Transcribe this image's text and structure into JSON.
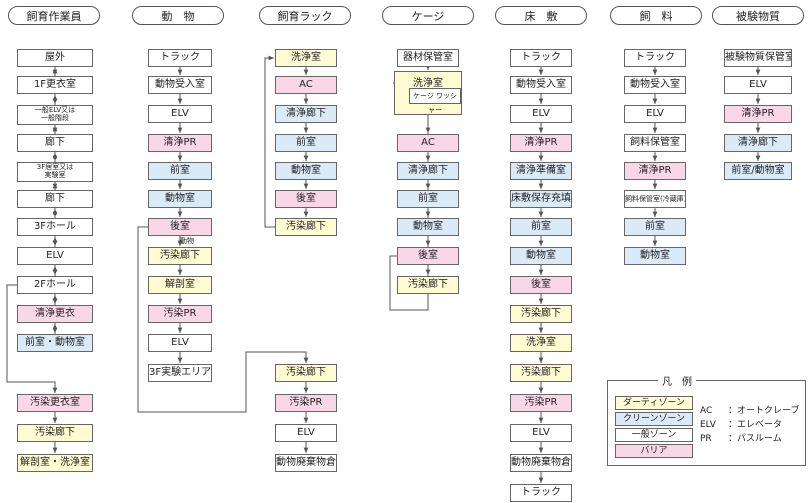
{
  "columns": [
    {
      "id": "staff",
      "header": "飼育作業員",
      "nodes": [
        {
          "label": "屋外",
          "zone": "general"
        },
        {
          "label": "1F更衣室",
          "zone": "general"
        },
        {
          "label": "一般ELV又は\n一般階段",
          "zone": "general"
        },
        {
          "label": "廊下",
          "zone": "general"
        },
        {
          "label": "3F居室又は\n実験室",
          "zone": "general"
        },
        {
          "label": "廊下",
          "zone": "general"
        },
        {
          "label": "3Fホール",
          "zone": "general"
        },
        {
          "label": "ELV",
          "zone": "general"
        },
        {
          "label": "2Fホール",
          "zone": "general"
        },
        {
          "label": "清浄更衣",
          "zone": "barrier"
        },
        {
          "label": "前室・動物室",
          "zone": "clean"
        },
        {
          "label": "汚染更衣室",
          "zone": "barrier"
        },
        {
          "label": "汚染廊下",
          "zone": "dirty"
        },
        {
          "label": "解剖室・洗浄室",
          "zone": "dirty"
        }
      ]
    },
    {
      "id": "animal",
      "header": "動　物",
      "nodes": [
        {
          "label": "トラック",
          "zone": "general"
        },
        {
          "label": "動物受入室",
          "zone": "general"
        },
        {
          "label": "ELV",
          "zone": "general"
        },
        {
          "label": "清浄PR",
          "zone": "barrier"
        },
        {
          "label": "前室",
          "zone": "clean"
        },
        {
          "label": "動物室",
          "zone": "clean"
        },
        {
          "label": "後室",
          "zone": "barrier"
        },
        {
          "label": "汚染廊下",
          "zone": "dirty"
        },
        {
          "label": "解剖室",
          "zone": "dirty"
        },
        {
          "label": "汚染PR",
          "zone": "barrier"
        },
        {
          "label": "ELV",
          "zone": "general"
        },
        {
          "label": "3F実験エリア",
          "zone": "general"
        }
      ]
    },
    {
      "id": "rack",
      "header": "飼育ラック",
      "nodes": [
        {
          "label": "洗浄室",
          "zone": "dirty"
        },
        {
          "label": "AC",
          "zone": "barrier"
        },
        {
          "label": "清浄廊下",
          "zone": "clean"
        },
        {
          "label": "前室",
          "zone": "clean"
        },
        {
          "label": "動物室",
          "zone": "clean"
        },
        {
          "label": "後室",
          "zone": "barrier"
        },
        {
          "label": "汚染廊下",
          "zone": "dirty"
        },
        {
          "label": "汚染廊下",
          "zone": "dirty"
        },
        {
          "label": "汚染PR",
          "zone": "barrier"
        },
        {
          "label": "ELV",
          "zone": "general"
        },
        {
          "label": "動物廃棄物倉庫",
          "zone": "general"
        }
      ]
    },
    {
      "id": "cage",
      "header": "ケージ",
      "nodes": [
        {
          "label": "器材保管室",
          "zone": "general"
        },
        {
          "label": "AC",
          "zone": "barrier"
        },
        {
          "label": "清浄廊下",
          "zone": "clean"
        },
        {
          "label": "前室",
          "zone": "clean"
        },
        {
          "label": "動物室",
          "zone": "clean"
        },
        {
          "label": "後室",
          "zone": "barrier"
        },
        {
          "label": "汚染廊下",
          "zone": "dirty"
        }
      ]
    },
    {
      "id": "bedding",
      "header": "床　敷",
      "nodes": [
        {
          "label": "トラック",
          "zone": "general"
        },
        {
          "label": "動物受入室",
          "zone": "general"
        },
        {
          "label": "ELV",
          "zone": "general"
        },
        {
          "label": "清浄PR",
          "zone": "barrier"
        },
        {
          "label": "清浄準備室",
          "zone": "clean"
        },
        {
          "label": "床敷保存充填室",
          "zone": "clean"
        },
        {
          "label": "前室",
          "zone": "clean"
        },
        {
          "label": "動物室",
          "zone": "clean"
        },
        {
          "label": "後室",
          "zone": "barrier"
        },
        {
          "label": "汚染廊下",
          "zone": "dirty"
        },
        {
          "label": "洗浄室",
          "zone": "dirty"
        },
        {
          "label": "汚染廊下",
          "zone": "dirty"
        },
        {
          "label": "汚染PR",
          "zone": "barrier"
        },
        {
          "label": "ELV",
          "zone": "general"
        },
        {
          "label": "動物廃棄物倉庫",
          "zone": "general"
        },
        {
          "label": "トラック",
          "zone": "general"
        }
      ]
    },
    {
      "id": "feed",
      "header": "飼　料",
      "nodes": [
        {
          "label": "トラック",
          "zone": "general"
        },
        {
          "label": "動物受入室",
          "zone": "general"
        },
        {
          "label": "ELV",
          "zone": "general"
        },
        {
          "label": "飼料保管室",
          "zone": "general"
        },
        {
          "label": "清浄PR",
          "zone": "barrier"
        },
        {
          "label": "飼料保管室(冷蔵庫)",
          "zone": "general"
        },
        {
          "label": "前室",
          "zone": "clean"
        },
        {
          "label": "動物室",
          "zone": "clean"
        }
      ]
    },
    {
      "id": "test",
      "header": "被験物質",
      "nodes": [
        {
          "label": "被験物質保管室",
          "zone": "general"
        },
        {
          "label": "ELV",
          "zone": "general"
        },
        {
          "label": "清浄PR",
          "zone": "barrier"
        },
        {
          "label": "清浄廊下",
          "zone": "clean"
        },
        {
          "label": "前室/動物室",
          "zone": "clean"
        }
      ]
    }
  ],
  "washer_group": {
    "title": "洗浄室",
    "inner": "ケージ ワッシャー"
  },
  "edge_labels": [
    {
      "text": "動物"
    }
  ],
  "legend": {
    "title": "凡　例",
    "zones": [
      {
        "label": "ダーティゾーン",
        "zone": "dirty"
      },
      {
        "label": "クリーンゾーン",
        "zone": "clean"
      },
      {
        "label": "一般ゾーン",
        "zone": "general"
      },
      {
        "label": "バリア",
        "zone": "barrier"
      }
    ],
    "abbreviations": [
      {
        "key": "AC",
        "desc": "：オートクレーブ"
      },
      {
        "key": "ELV",
        "desc": "：エレベータ"
      },
      {
        "key": "PR",
        "desc": "：パスルーム"
      }
    ]
  },
  "colors": {
    "dirty": "#fffbd2",
    "clean": "#dbeaf7",
    "general": "#ffffff",
    "barrier": "#f9d7e7",
    "line": "#555555"
  }
}
